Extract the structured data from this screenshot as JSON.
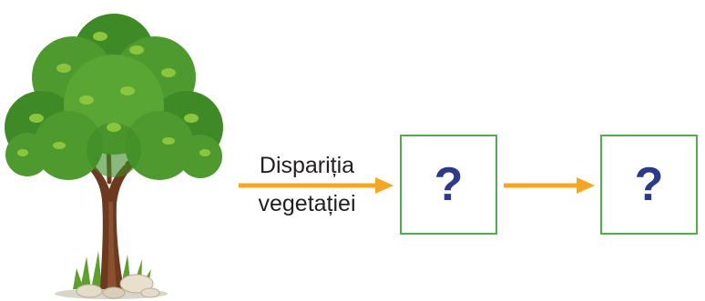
{
  "diagram": {
    "edge_label_line1": "Dispariția",
    "edge_label_line2": "vegetației",
    "box1_text": "?",
    "box2_text": "?",
    "colors": {
      "arrow": "#f5a623",
      "box_border": "#4cae4c",
      "question_mark": "#2e3a87",
      "foliage": "#4f9a2f",
      "trunk": "#6b3a1f"
    },
    "icons": [
      "tree-illustration"
    ]
  }
}
